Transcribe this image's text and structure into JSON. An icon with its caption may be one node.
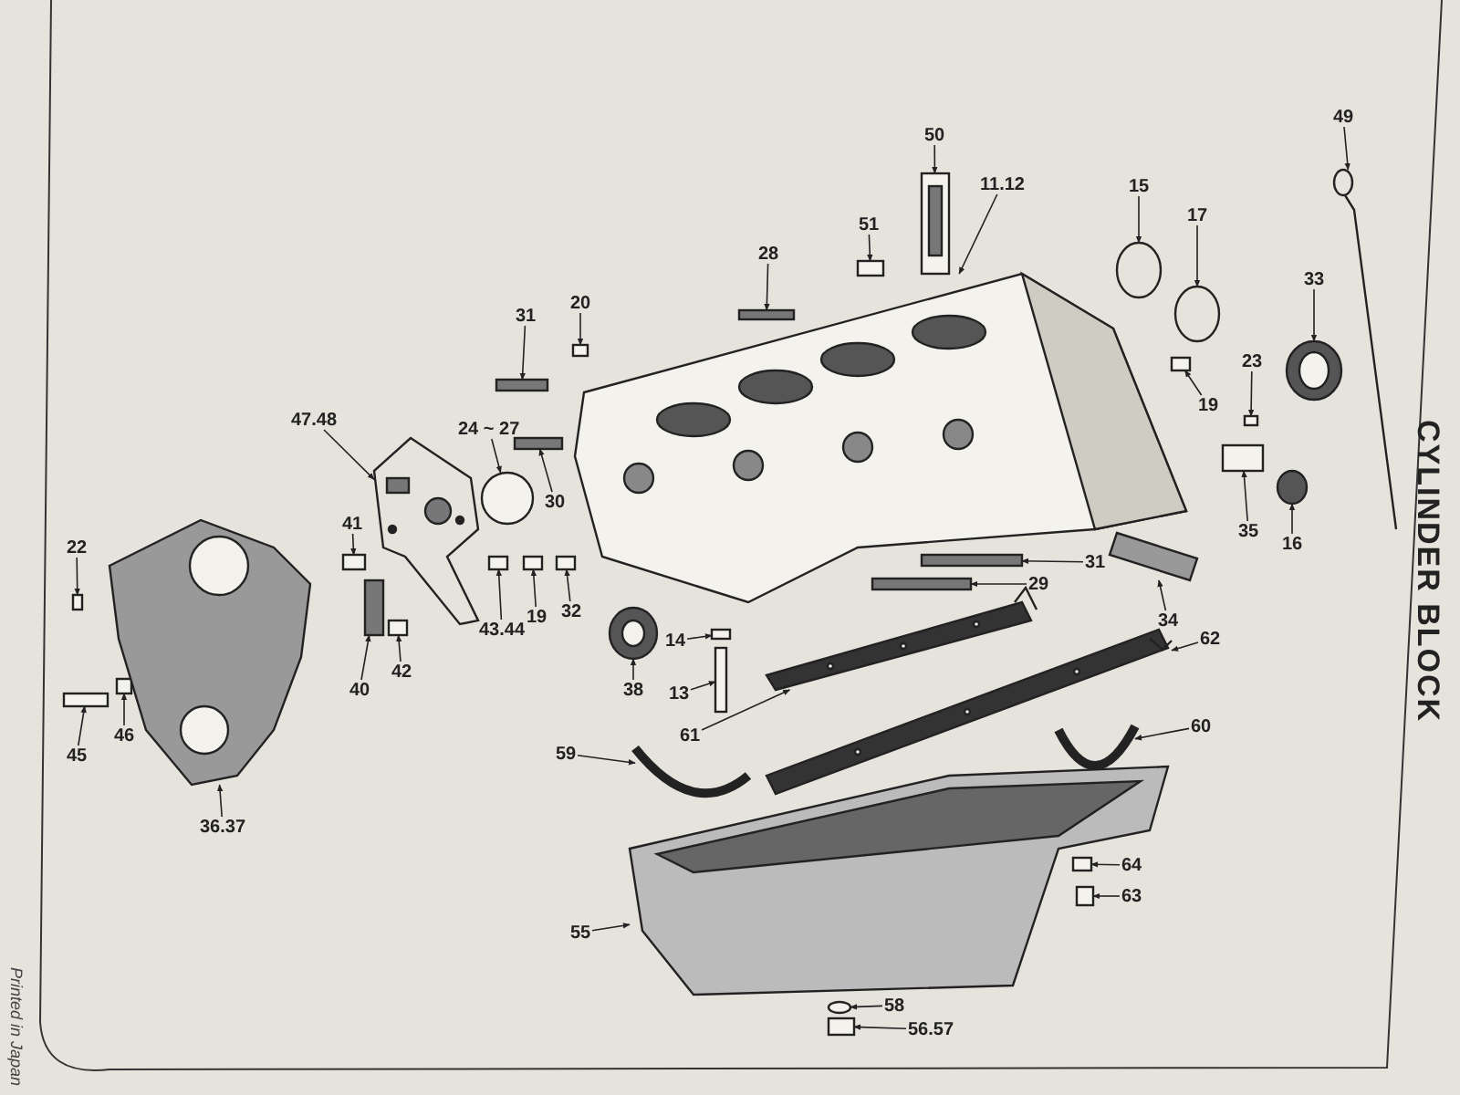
{
  "diagram": {
    "title": "CYLINDER BLOCK",
    "nodes": [
      {
        "text": [
          "50"
        ]
      },
      {
        "text": [
          "11.12"
        ]
      },
      {
        "text": [
          "51"
        ]
      },
      {
        "text": [
          "28"
        ]
      },
      {
        "text": [
          "15"
        ]
      },
      {
        "text": [
          "17"
        ]
      },
      {
        "text": [
          "49"
        ]
      },
      {
        "text": [
          "33"
        ]
      },
      {
        "text": [
          "19"
        ]
      },
      {
        "text": [
          "23"
        ]
      },
      {
        "text": [
          "35"
        ]
      },
      {
        "text": [
          "16"
        ]
      },
      {
        "text": [
          "34"
        ]
      },
      {
        "text": [
          "31"
        ]
      },
      {
        "text": [
          "20"
        ]
      },
      {
        "text": [
          "24 ~ 27"
        ]
      },
      {
        "text": [
          "30"
        ]
      },
      {
        "text": [
          "47.48"
        ]
      },
      {
        "text": [
          "41"
        ]
      },
      {
        "text": [
          "22"
        ]
      },
      {
        "text": [
          "43.44"
        ]
      },
      {
        "text": [
          "19"
        ]
      },
      {
        "text": [
          "32"
        ]
      },
      {
        "text": [
          "38"
        ]
      },
      {
        "text": [
          "14"
        ]
      },
      {
        "text": [
          "31"
        ]
      },
      {
        "text": [
          "29"
        ]
      },
      {
        "text": [
          "13"
        ]
      },
      {
        "text": [
          "62"
        ]
      },
      {
        "text": [
          "61"
        ]
      },
      {
        "text": [
          "59"
        ]
      },
      {
        "text": [
          "60"
        ]
      },
      {
        "text": [
          "40"
        ]
      },
      {
        "text": [
          "42"
        ]
      },
      {
        "text": [
          "45"
        ]
      },
      {
        "text": [
          "46"
        ]
      },
      {
        "text": [
          "36.37"
        ]
      },
      {
        "text": [
          "55"
        ]
      },
      {
        "text": [
          "64"
        ]
      },
      {
        "text": [
          "63"
        ]
      },
      {
        "text": [
          "58"
        ]
      },
      {
        "text": [
          "56.57"
        ]
      },
      {
        "text": [],
        "shape": "picture"
      },
      {
        "text": [],
        "shape": "picture"
      },
      {
        "text": [],
        "shape": "box"
      },
      {
        "text": [],
        "shape": "box"
      },
      {
        "text": [],
        "shape": "circle"
      },
      {
        "text": [],
        "shape": "circle"
      },
      {
        "text": [],
        "shape": "picture"
      },
      {
        "text": [],
        "shape": "picture"
      },
      {
        "text": [],
        "shape": "box"
      },
      {
        "text": [],
        "shape": "box"
      },
      {
        "text": [],
        "shape": "box"
      },
      {
        "text": [],
        "shape": "circle"
      },
      {
        "text": [],
        "shape": "picture"
      },
      {
        "text": [],
        "shape": "box"
      },
      {
        "text": [],
        "shape": "box"
      },
      {
        "text": [],
        "shape": "circle"
      },
      {
        "text": [],
        "shape": "box"
      },
      {
        "text": [],
        "shape": "picture"
      },
      {
        "text": [],
        "shape": "box"
      },
      {
        "text": [],
        "shape": "box"
      },
      {
        "text": [],
        "shape": "box"
      },
      {
        "text": [],
        "shape": "box"
      },
      {
        "text": [],
        "shape": "box"
      },
      {
        "text": [],
        "shape": "picture"
      },
      {
        "text": [],
        "shape": "box"
      },
      {
        "text": [],
        "shape": "box"
      },
      {
        "text": [],
        "shape": "box"
      },
      {
        "text": [],
        "shape": "box"
      },
      {
        "text": [],
        "shape": "picture"
      },
      {
        "text": [],
        "shape": "picture"
      },
      {
        "text": [],
        "shape": "picture"
      },
      {
        "text": [],
        "shape": "picture"
      },
      {
        "text": [],
        "shape": "box"
      },
      {
        "text": [],
        "shape": "box"
      },
      {
        "text": [],
        "shape": "box"
      },
      {
        "text": [],
        "shape": "box"
      },
      {
        "text": [],
        "shape": "picture"
      },
      {
        "text": [],
        "shape": "picture"
      },
      {
        "text": [],
        "shape": "box"
      },
      {
        "text": [],
        "shape": "box"
      },
      {
        "text": [],
        "shape": "circle"
      },
      {
        "text": [],
        "shape": "box"
      }
    ],
    "edges": [
      {
        "from": 0,
        "to": 42,
        "arrow": "to"
      },
      {
        "from": 1,
        "to": 43,
        "arrow": "to"
      },
      {
        "from": 2,
        "to": 44,
        "arrow": "to"
      },
      {
        "from": 3,
        "to": 45,
        "arrow": "to"
      },
      {
        "from": 4,
        "to": 46,
        "arrow": "to"
      },
      {
        "from": 5,
        "to": 47,
        "arrow": "to"
      },
      {
        "from": 6,
        "to": 48,
        "arrow": "to"
      },
      {
        "from": 7,
        "to": 49,
        "arrow": "to"
      },
      {
        "from": 8,
        "to": 50,
        "arrow": "to"
      },
      {
        "from": 9,
        "to": 51,
        "arrow": "to"
      },
      {
        "from": 10,
        "to": 52,
        "arrow": "to"
      },
      {
        "from": 11,
        "to": 53,
        "arrow": "to"
      },
      {
        "from": 12,
        "to": 54,
        "arrow": "to"
      },
      {
        "from": 13,
        "to": 55,
        "arrow": "to"
      },
      {
        "from": 14,
        "to": 56,
        "arrow": "to"
      },
      {
        "from": 15,
        "to": 57,
        "arrow": "to"
      },
      {
        "from": 16,
        "to": 58,
        "arrow": "to"
      },
      {
        "from": 17,
        "to": 59,
        "arrow": "to"
      },
      {
        "from": 18,
        "to": 60,
        "arrow": "to"
      },
      {
        "from": 19,
        "to": 61,
        "arrow": "to"
      },
      {
        "from": 20,
        "to": 62,
        "arrow": "to"
      },
      {
        "from": 21,
        "to": 63,
        "arrow": "to"
      },
      {
        "from": 22,
        "to": 64,
        "arrow": "to"
      },
      {
        "from": 23,
        "to": 65,
        "arrow": "to"
      },
      {
        "from": 24,
        "to": 66,
        "arrow": "to"
      },
      {
        "from": 25,
        "to": 67,
        "arrow": "to"
      },
      {
        "from": 26,
        "to": 68,
        "arrow": "to"
      },
      {
        "from": 27,
        "to": 69,
        "arrow": "to"
      },
      {
        "from": 28,
        "to": 70,
        "arrow": "to"
      },
      {
        "from": 29,
        "to": 71,
        "arrow": "to"
      },
      {
        "from": 30,
        "to": 72,
        "arrow": "to"
      },
      {
        "from": 31,
        "to": 73,
        "arrow": "to"
      },
      {
        "from": 32,
        "to": 74,
        "arrow": "to"
      },
      {
        "from": 33,
        "to": 75,
        "arrow": "to"
      },
      {
        "from": 34,
        "to": 76,
        "arrow": "to"
      },
      {
        "from": 35,
        "to": 77,
        "arrow": "to"
      },
      {
        "from": 36,
        "to": 78,
        "arrow": "to"
      },
      {
        "from": 37,
        "to": 79,
        "arrow": "to"
      },
      {
        "from": 38,
        "to": 80,
        "arrow": "to"
      },
      {
        "from": 39,
        "to": 81,
        "arrow": "to"
      },
      {
        "from": 40,
        "to": 82,
        "arrow": "to"
      },
      {
        "from": 41,
        "to": 83,
        "arrow": "to"
      }
    ],
    "labels": [
      "Printed in Japan"
    ]
  }
}
